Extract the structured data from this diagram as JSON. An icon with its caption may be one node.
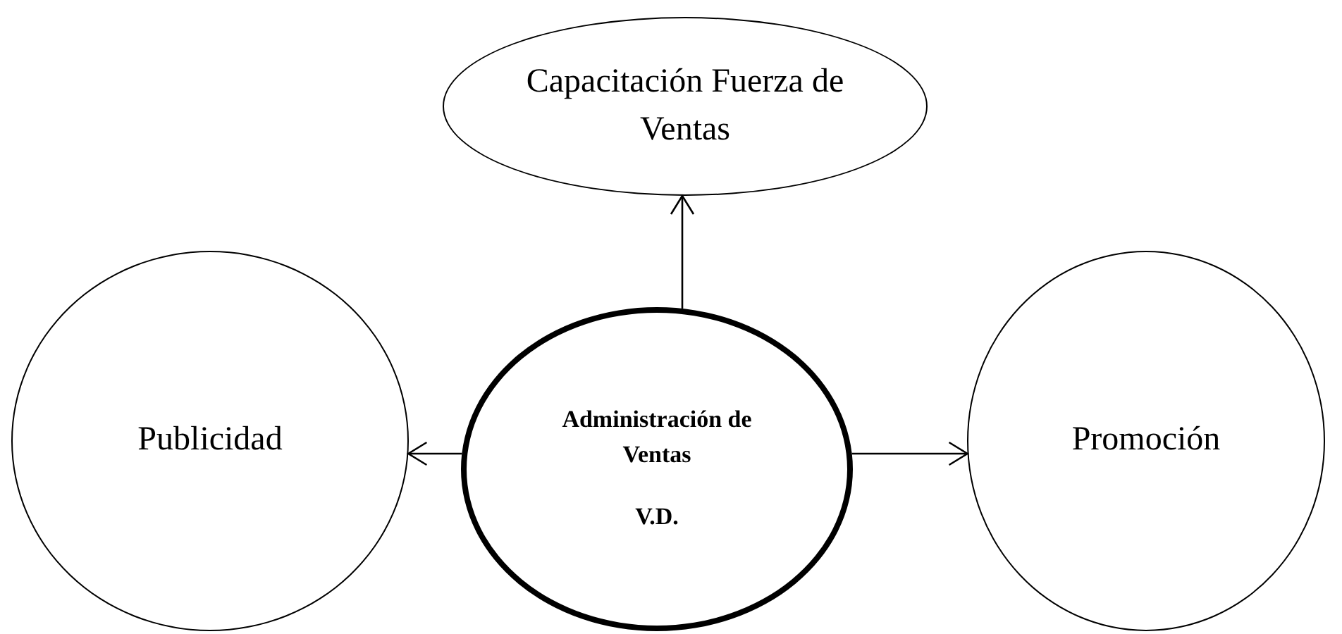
{
  "diagram": {
    "nodes": [
      {
        "text": [
          "Capacitación Fuerza de Ventas"
        ]
      },
      {
        "text": [
          "Publicidad"
        ]
      },
      {
        "text": [
          "Administración de Ventas",
          "V.D."
        ]
      },
      {
        "text": [
          "Promoción"
        ]
      }
    ],
    "edges": [
      {
        "from": 2,
        "to": 0,
        "arrow": "to"
      },
      {
        "from": 2,
        "to": 1,
        "arrow": "to"
      },
      {
        "from": 2,
        "to": 3,
        "arrow": "to"
      }
    ]
  }
}
